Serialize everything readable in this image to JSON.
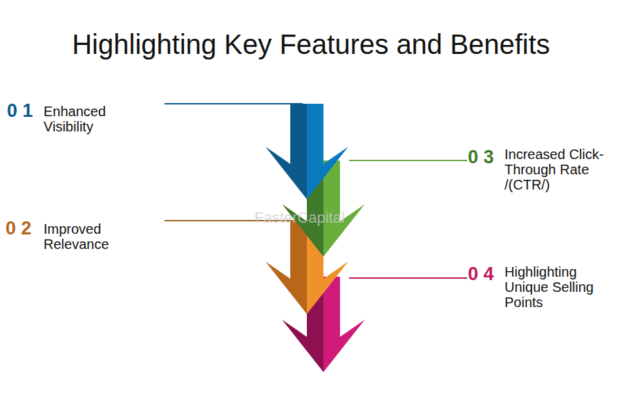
{
  "diagram": {
    "title": "Highlighting Key Features and Benefits",
    "labels": [
      "0 1",
      "Enhanced Visibility",
      "0 2",
      "Improved Relevance",
      "0 3",
      "Increased Click-Through Rate /(CTR/)",
      "0 4",
      "Highlighting Unique Selling Points",
      "FasterCapital"
    ]
  }
}
